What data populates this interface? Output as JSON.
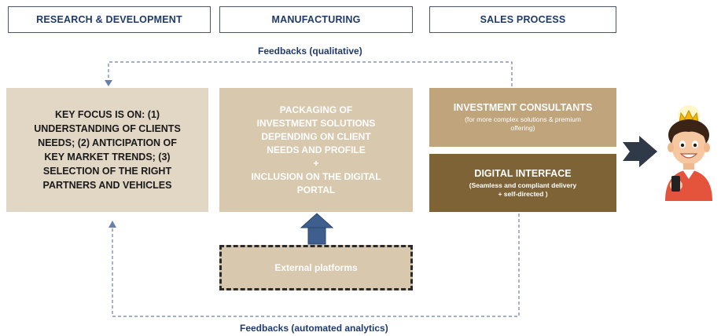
{
  "headers": {
    "rd": "RESEARCH & DEVELOPMENT",
    "manufacturing": "MANUFACTURING",
    "sales": "SALES PROCESS"
  },
  "feedback_top": "Feedbacks (qualitative)",
  "feedback_bottom": "Feedbacks (automated analytics)",
  "rd_box": {
    "lines": [
      "KEY FOCUS IS ON: (1)",
      "UNDERSTANDING OF CLIENTS",
      "NEEDS; (2) ANTICIPATION OF",
      "KEY MARKET TRENDS; (3)",
      "SELECTION OF THE RIGHT",
      "PARTNERS AND VEHICLES"
    ]
  },
  "manufacturing_box": {
    "lines": [
      "PACKAGING OF",
      "INVESTMENT SOLUTIONS",
      "DEPENDING ON CLIENT",
      "NEEDS AND PROFILE",
      "+",
      "INCLUSION ON THE DIGITAL",
      "PORTAL"
    ]
  },
  "consultants_box": {
    "title": "INVESTMENT CONSULTANTS",
    "subtitle_lines": [
      "(for more complex solutions & premium",
      "offering)"
    ]
  },
  "digital_box": {
    "title": "DIGITAL INTERFACE",
    "subtitle_lines": [
      "(Seamless and compliant delivery",
      "+ self-directed )"
    ]
  },
  "external_box": {
    "label": "External platforms"
  },
  "colors": {
    "header_text": "#1f3a6b",
    "rd_fill": "#e2d6c5",
    "manufacturing_fill": "#d8c8ad",
    "consultants_fill": "#bfa47c",
    "digital_fill": "#7d6336",
    "external_fill": "#d8c8ad",
    "arrow_blue": "#3e5f8e",
    "arrow_dark": "#2f3947",
    "dashed_line": "#6a7fa8"
  },
  "icons": {
    "client": "client-with-crown-and-phone-icon",
    "up_arrow": "up-arrow-icon",
    "right_arrow": "right-arrow-icon"
  }
}
